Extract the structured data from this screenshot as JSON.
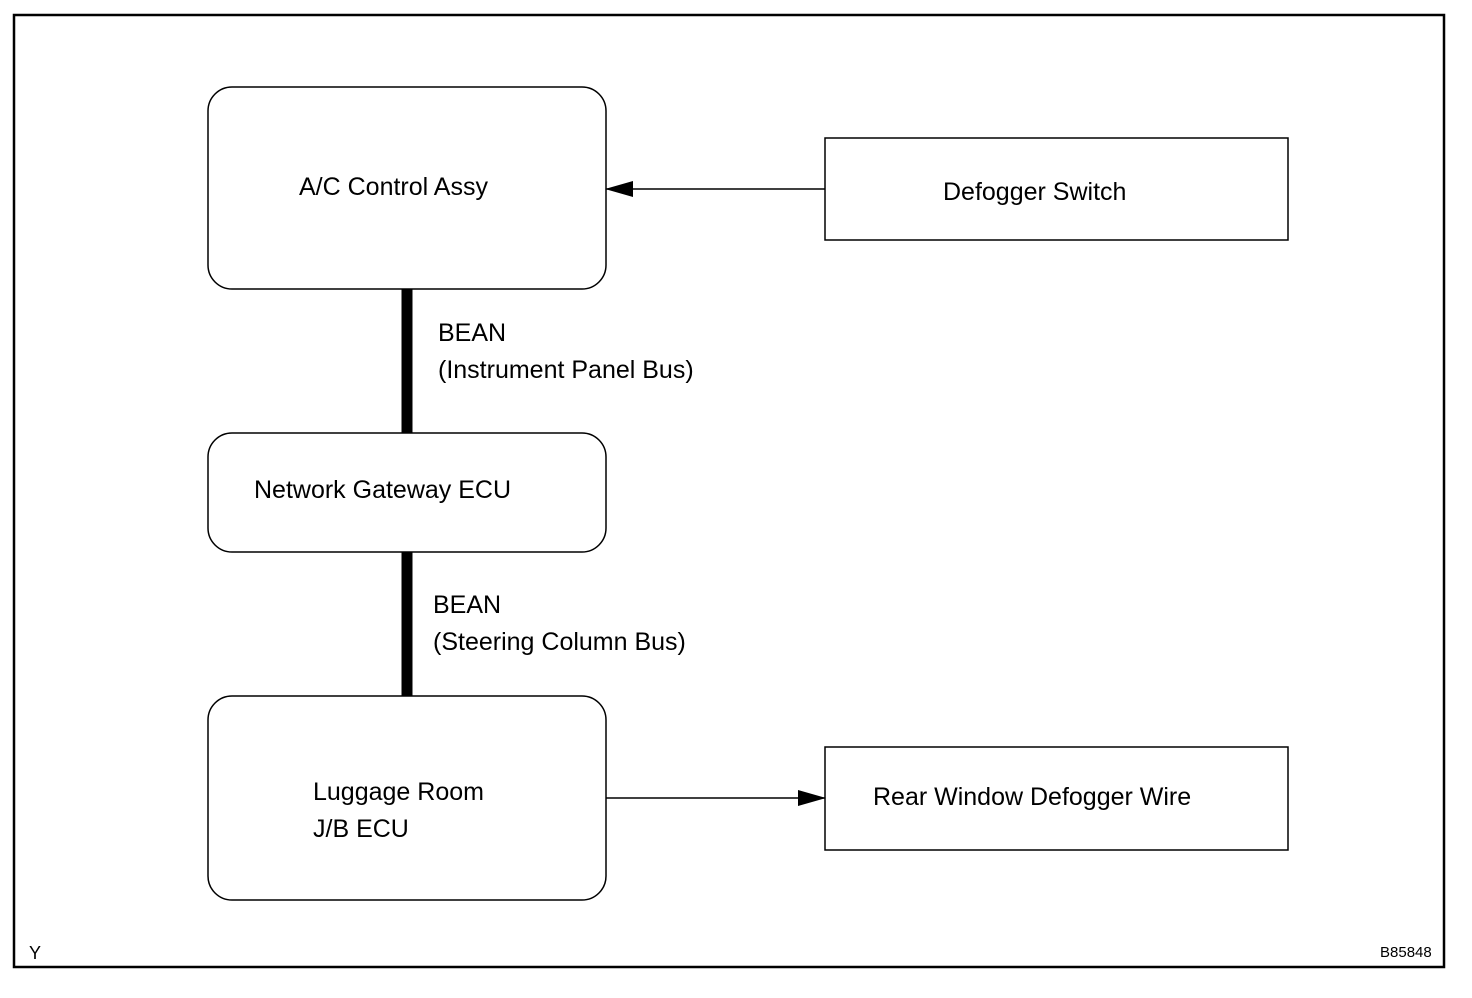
{
  "nodes": {
    "ac_control": {
      "label": "A/C Control Assy"
    },
    "defogger_switch": {
      "label": "Defogger Switch"
    },
    "gateway_ecu": {
      "label": "Network Gateway ECU"
    },
    "luggage_ecu": {
      "line1": "Luggage Room",
      "line2": "J/B ECU"
    },
    "rear_defogger": {
      "label": "Rear Window Defogger Wire"
    }
  },
  "buses": {
    "instrument_panel": {
      "line1": "BEAN",
      "line2": "(Instrument Panel Bus)"
    },
    "steering_column": {
      "line1": "BEAN",
      "line2": "(Steering Column Bus)"
    }
  },
  "corner_marks": {
    "left": "Y",
    "right": "B85848"
  },
  "colors": {
    "stroke": "#000000",
    "background": "#ffffff"
  }
}
